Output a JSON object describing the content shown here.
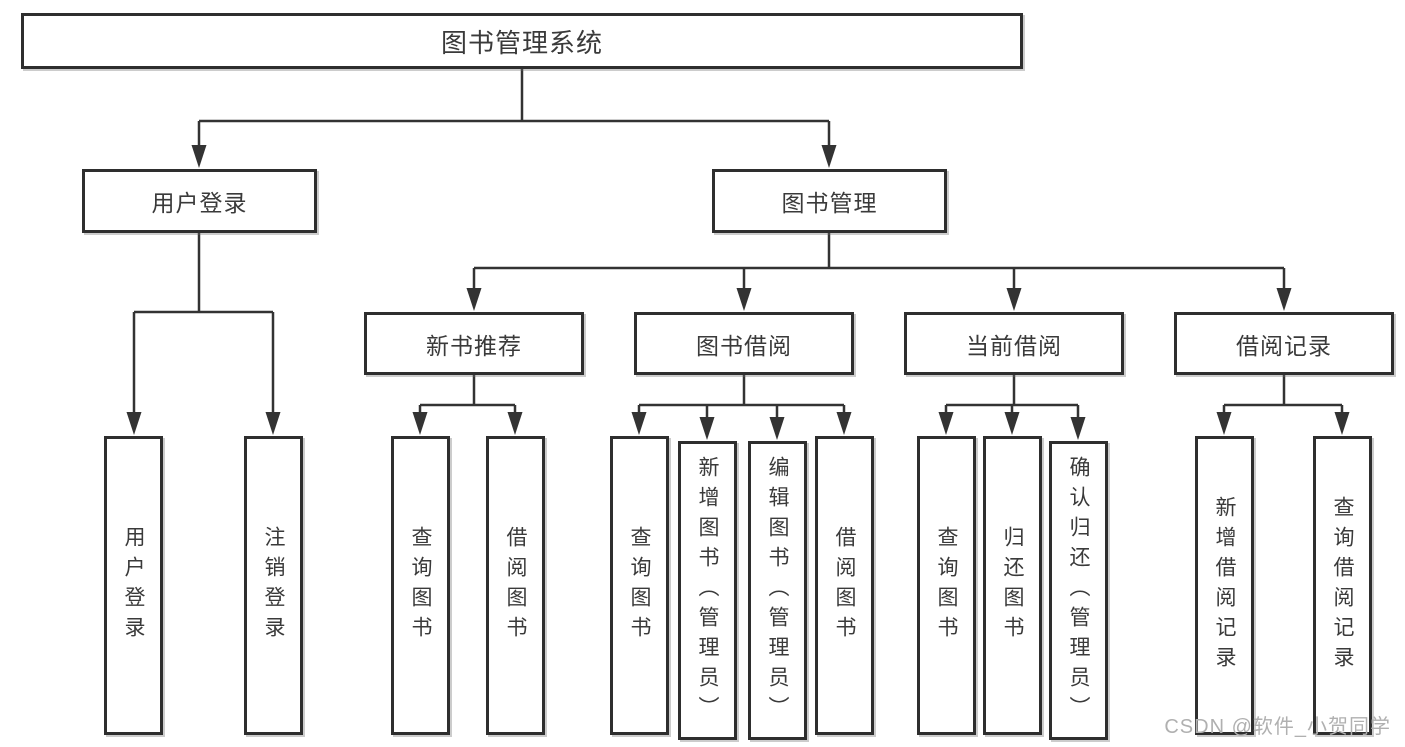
{
  "page": {
    "background": "#ffffff"
  },
  "colors": {
    "line": "#333333",
    "box_border": "#2e2e2e",
    "text": "#3a3a3a",
    "watermark": "#b0b0b0"
  },
  "watermark": {
    "text": "CSDN @软件_小贺同学"
  },
  "tree": {
    "root": "图书管理系统",
    "branches": [
      {
        "label": "用户登录",
        "children": [
          "用户登录",
          "注销登录"
        ]
      },
      {
        "label": "图书管理",
        "groups": [
          {
            "label": "新书推荐",
            "children": [
              "查询图书",
              "借阅图书"
            ]
          },
          {
            "label": "图书借阅",
            "children": [
              "查询图书",
              "新增图书（管理员）",
              "编辑图书（管理员）",
              "借阅图书"
            ]
          },
          {
            "label": "当前借阅",
            "children": [
              "查询图书",
              "归还图书",
              "确认归还（管理员）"
            ]
          },
          {
            "label": "借阅记录",
            "children": [
              "新增借阅记录",
              "查询借阅记录"
            ]
          }
        ]
      }
    ]
  }
}
